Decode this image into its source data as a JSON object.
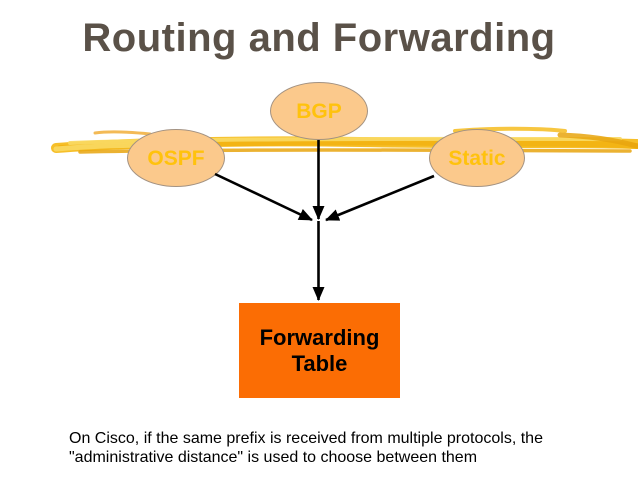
{
  "slide": {
    "title": "Routing and Forwarding",
    "nodes": [
      {
        "id": "bgp",
        "label": "BGP"
      },
      {
        "id": "ospf",
        "label": "OSPF"
      },
      {
        "id": "static",
        "label": "Static"
      }
    ],
    "box": {
      "line1": "Forwarding",
      "line2": "Table"
    },
    "edges": [
      {
        "from": "BGP",
        "to": "junction"
      },
      {
        "from": "OSPF",
        "to": "junction"
      },
      {
        "from": "Static",
        "to": "junction"
      },
      {
        "from": "junction",
        "to": "Forwarding Table"
      }
    ],
    "note": {
      "line1": "On Cisco, if the same prefix is received from multiple protocols, the",
      "line2": "\"administrative distance\" is used to choose between them"
    },
    "colors": {
      "title_text": "#5A5148",
      "ellipse_fill": "#FBC98C",
      "ellipse_border": "#A39282",
      "ellipse_label": "#FFC20D",
      "box_fill": "#FB6D04",
      "box_text": "#000000",
      "arrow": "#000000",
      "highlight_gold": "#F6BC1E",
      "highlight_dark": "#E8A40E",
      "highlight_light": "#FAD963",
      "note_text": "#000000",
      "background": "#FFFFFF"
    }
  }
}
